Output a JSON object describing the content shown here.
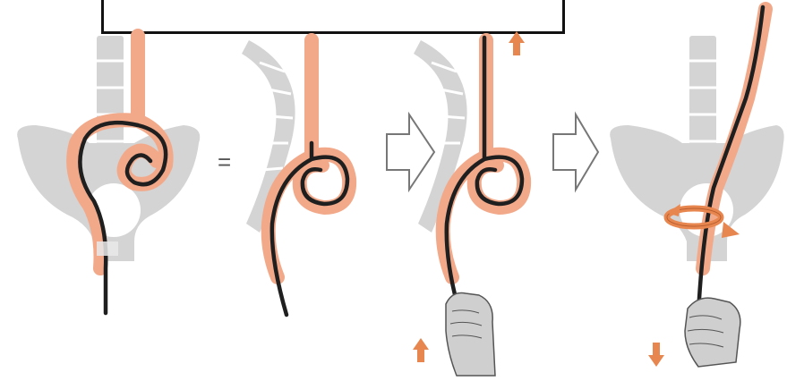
{
  "title_box": {
    "text": ""
  },
  "colors": {
    "bone": "#d4d4d4",
    "bone_light": "#dcdcdc",
    "colon": "#f2a98a",
    "colon_edge": "#c9785c",
    "scope": "#1f1f1f",
    "arrow": "#e8864f",
    "hand": "#cfcfcf",
    "hand_edge": "#555555"
  },
  "panels": [
    {
      "name": "panel-alpha-loop-pelvis"
    },
    {
      "name": "panel-alpha-loop-lateral"
    },
    {
      "name": "panel-withdraw"
    },
    {
      "name": "panel-reduced-rotation"
    }
  ],
  "symbols": {
    "equals": "="
  },
  "icons": {
    "hollow_arrow": "hollow-right-arrow-icon",
    "up_arrow": "up-arrow-icon",
    "down_arrow": "down-arrow-icon",
    "rotation": "rotation-arrow-icon"
  }
}
